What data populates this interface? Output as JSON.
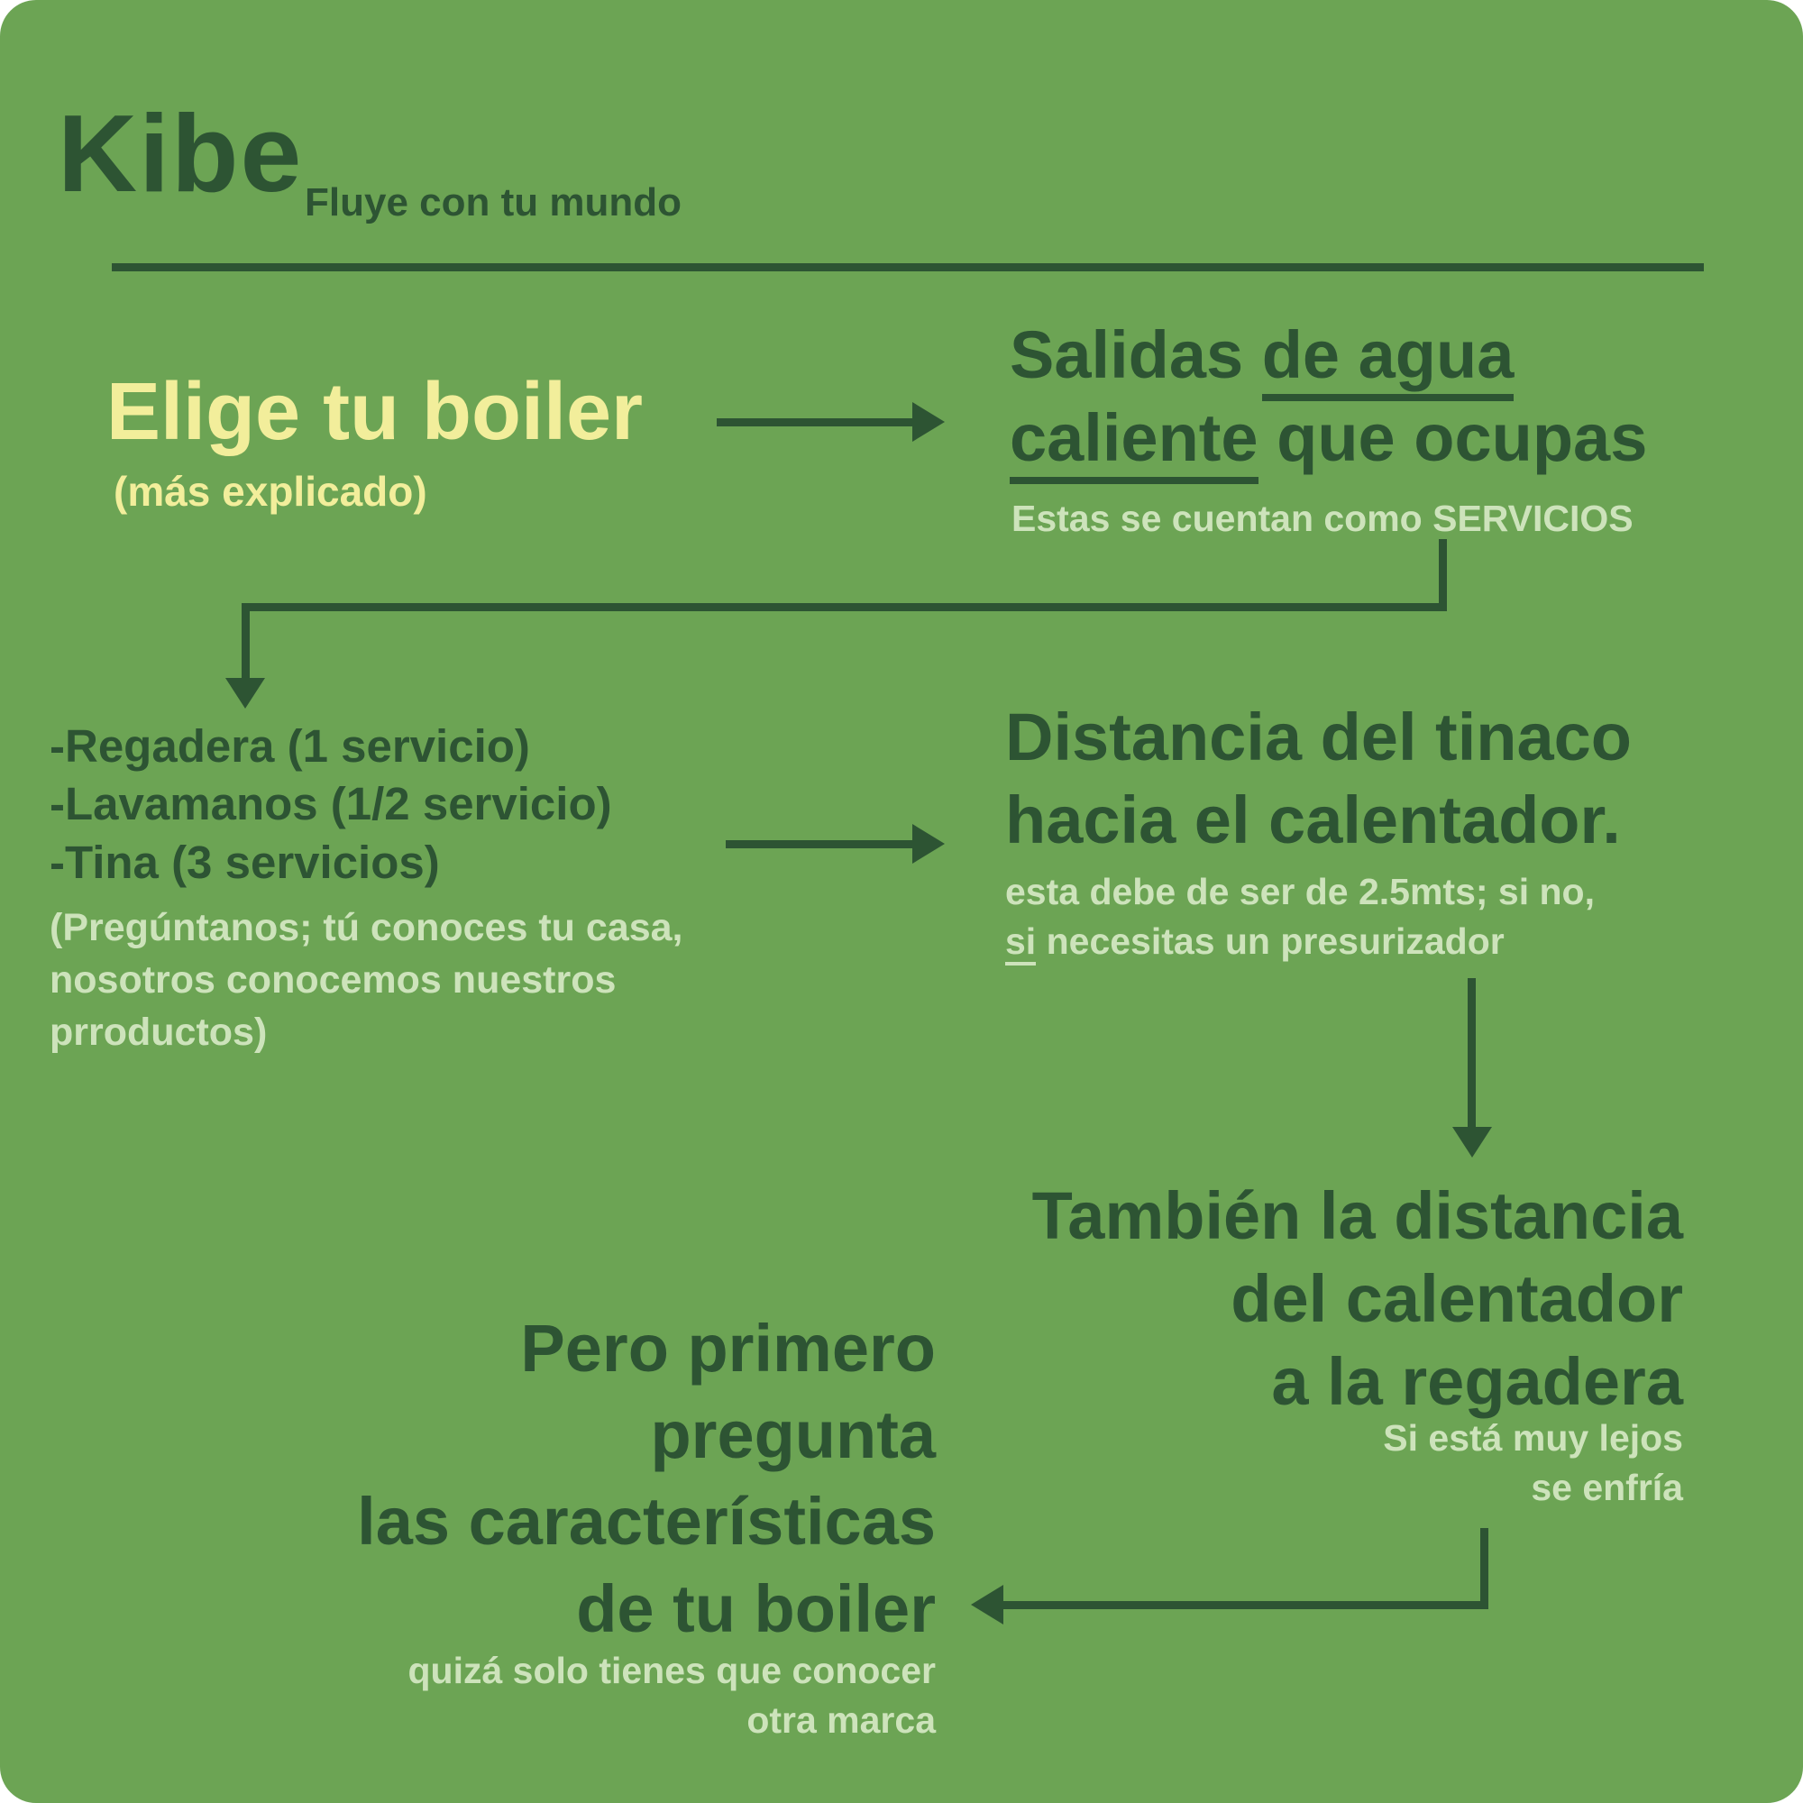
{
  "palette": {
    "bg": "#6ca454",
    "dark": "#2d5433",
    "light": "#cde3bb",
    "yellow": "#f2ee9b"
  },
  "header": {
    "brand": "Kibe",
    "tagline": "Fluye con tu mundo"
  },
  "intro": {
    "title": "Elige tu boiler",
    "subtitle": "(más explicado)"
  },
  "step1": {
    "line1_pre": "Salidas ",
    "line1_u": "de agua",
    "line2_u": "caliente",
    "line2_post": " que ocupas",
    "note": "Estas se cuentan como SERVICIOS"
  },
  "services": {
    "items": [
      "-Regadera (1 servicio)",
      "-Lavamanos (1/2 servicio)",
      "-Tina (3 servicios)"
    ],
    "note_lines": [
      "(Pregúntanos; tú conoces tu casa,",
      "nosotros conocemos nuestros",
      "prroductos)"
    ]
  },
  "step2": {
    "title_lines": [
      "Distancia del tinaco",
      "hacia el calentador."
    ],
    "note1": "esta debe de ser de 2.5mts; si no,",
    "note2_u": "si",
    "note2_post": " necesitas un presurizador"
  },
  "step3": {
    "title_lines": [
      "También la distancia",
      "del calentador",
      "a la regadera"
    ],
    "note_lines": [
      "Si está muy lejos",
      "se enfría"
    ]
  },
  "final": {
    "title_lines": [
      "Pero primero",
      "pregunta",
      "las características",
      "de tu boiler"
    ],
    "note_lines": [
      "quizá solo tienes que conocer",
      "otra marca"
    ]
  }
}
